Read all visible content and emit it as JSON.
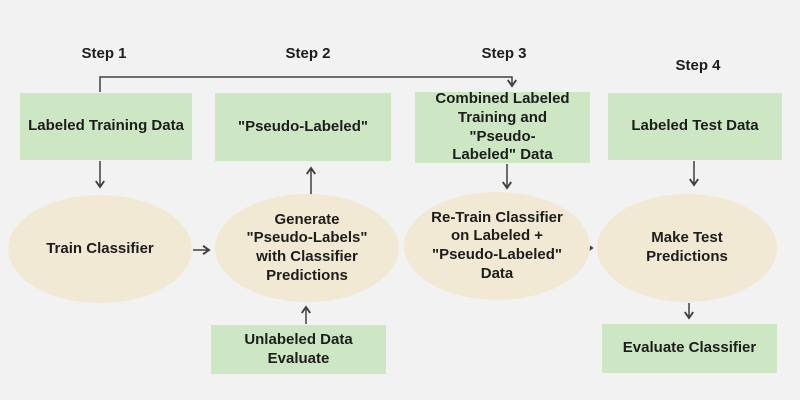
{
  "colors": {
    "background": "#f2f2f2",
    "box_green": "#cde6c3",
    "ellipse_beige": "#f2e9d4",
    "text": "#1d1d1d",
    "arrow": "#3f3f3f"
  },
  "step_labels": [
    "Step 1",
    "Step 2",
    "Step 3",
    "Step 4"
  ],
  "nodes": {
    "labeled_training_data": {
      "label": "Labeled Training Data"
    },
    "pseudo_labeled": {
      "label": "\"Pseudo-Labeled\""
    },
    "combined_data": {
      "lines": [
        "Combined Labeled",
        "Training and \"Pseudo-",
        "Labeled\" Data"
      ]
    },
    "labeled_test_data": {
      "label": "Labeled Test Data"
    },
    "train_classifier": {
      "label": "Train Classifier"
    },
    "generate_pseudo_labels": {
      "lines": [
        "Generate",
        "\"Pseudo-Labels\"",
        "with Classifier",
        "Predictions"
      ]
    },
    "retrain_classifier": {
      "lines": [
        "Re-Train Classifier",
        "on Labeled +",
        "\"Pseudo-Labeled\"",
        "Data"
      ]
    },
    "make_test_predictions": {
      "lines": [
        "Make Test",
        "Predictions"
      ]
    },
    "unlabeled_data_evaluate": {
      "lines": [
        "Unlabeled Data",
        "Evaluate"
      ]
    },
    "evaluate_classifier": {
      "label": "Evaluate Classifier"
    }
  }
}
